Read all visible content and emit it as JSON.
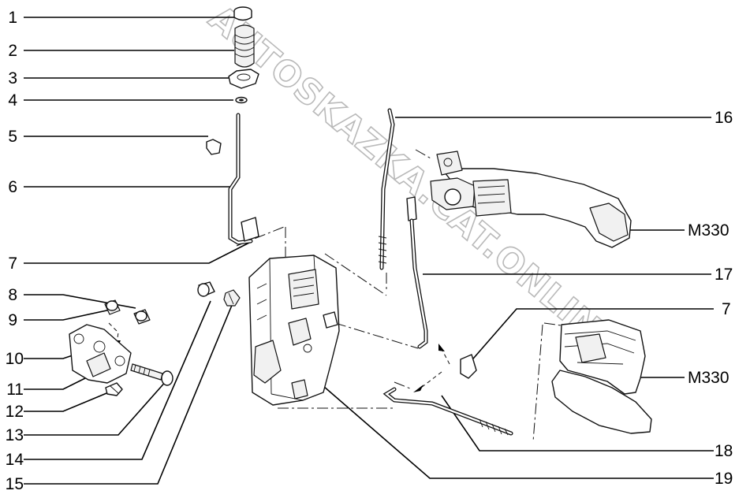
{
  "watermark": "AUTOSKAZKA.CAT.ONLINE",
  "callouts": {
    "n1": "1",
    "n2": "2",
    "n3": "3",
    "n4": "4",
    "n5": "5",
    "n6": "6",
    "n7a": "7",
    "n8": "8",
    "n9": "9",
    "n10": "10",
    "n11": "11",
    "n12": "12",
    "n13": "13",
    "n14": "14",
    "n15": "15",
    "n16": "16",
    "m330a": "M330",
    "n17": "17",
    "n7b": "7",
    "m330b": "M330",
    "n18": "18",
    "n19": "19"
  },
  "colors": {
    "line": "#000000",
    "watermark_outline": "#b9b9b9",
    "background": "#ffffff"
  }
}
